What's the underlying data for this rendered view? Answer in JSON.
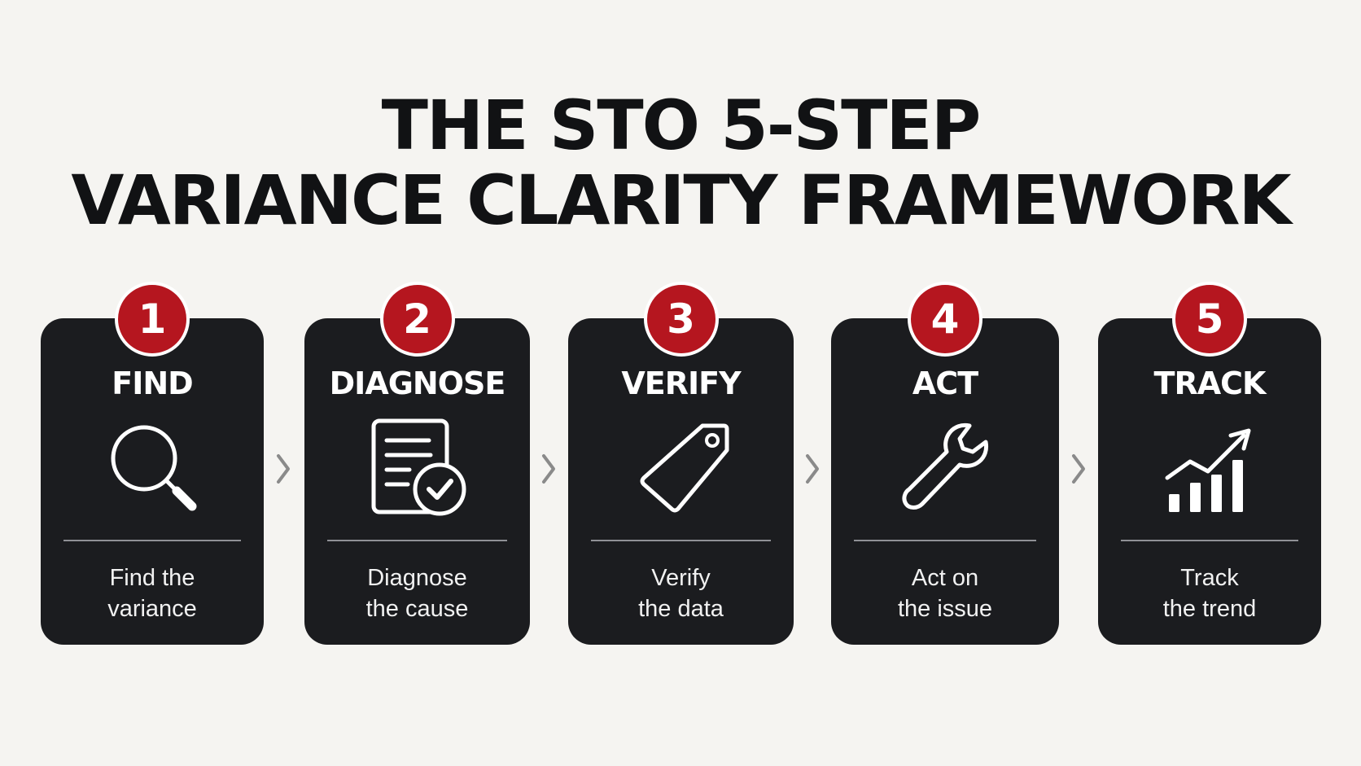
{
  "title": {
    "line1": "THE STO 5-STEP",
    "line2": "VARIANCE CLARITY FRAMEWORK"
  },
  "steps": [
    {
      "number": "1",
      "label": "FIND",
      "icon": "magnifier-icon",
      "desc_line1": "Find the",
      "desc_line2": "variance"
    },
    {
      "number": "2",
      "label": "DIAGNOSE",
      "icon": "document-check-icon",
      "desc_line1": "Diagnose",
      "desc_line2": "the cause"
    },
    {
      "number": "3",
      "label": "VERIFY",
      "icon": "tag-icon",
      "desc_line1": "Verify",
      "desc_line2": "the data"
    },
    {
      "number": "4",
      "label": "ACT",
      "icon": "wrench-icon",
      "desc_line1": "Act on",
      "desc_line2": "the issue"
    },
    {
      "number": "5",
      "label": "TRACK",
      "icon": "trend-chart-icon",
      "desc_line1": "Track",
      "desc_line2": "the trend"
    }
  ],
  "colors": {
    "background": "#f5f4f1",
    "card": "#1b1c1f",
    "badge": "#b5161f",
    "chevron": "#8a8a8a",
    "title": "#111214"
  }
}
